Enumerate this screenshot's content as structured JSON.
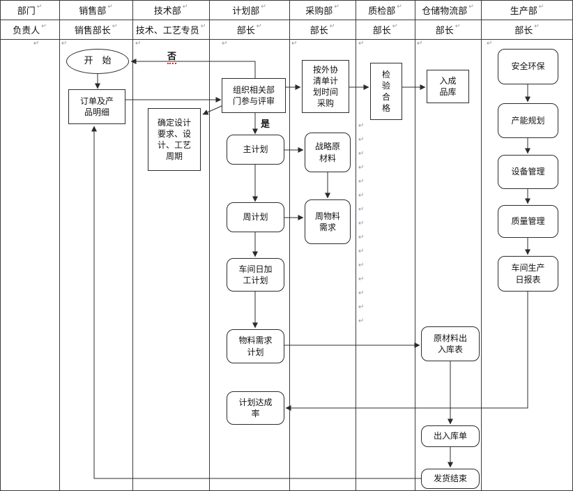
{
  "table": {
    "columns": [
      {
        "dept": "部门",
        "owner": "负责人"
      },
      {
        "dept": "销售部",
        "owner": "销售部长"
      },
      {
        "dept": "技术部",
        "owner": "技术、工艺专员"
      },
      {
        "dept": "计划部",
        "owner": "部长"
      },
      {
        "dept": "采购部",
        "owner": "部长"
      },
      {
        "dept": "质检部",
        "owner": "部长"
      },
      {
        "dept": "仓储物流部",
        "owner": "部长"
      },
      {
        "dept": "生产部",
        "owner": "部长"
      }
    ]
  },
  "labels": {
    "yes": "是",
    "no": "否",
    "return_mark": "↵"
  },
  "nodes": {
    "start": "开　始",
    "order_detail": "订单及产品明细",
    "design_req": "确定设计要求、设计、工艺周期",
    "review": "组织相关部门参与评审",
    "master_plan": "主计划",
    "week_plan": "周计划",
    "daily_plan": "车间日加工计划",
    "material_plan": "物料需求计划",
    "plan_rate": "计划达成率",
    "outsourcing": "按外协清单计划时间采购",
    "strategic_material": "战略原材料",
    "week_material": "周物料需求",
    "inspection": "检验合格",
    "finished_store": "入成品库",
    "raw_io_table": "原材料出入库表",
    "io_order": "出入库单",
    "ship_end": "发货结束",
    "safety": "安全环保",
    "capacity": "产能规划",
    "equipment": "设备管理",
    "quality": "质量管理",
    "daily_report": "车间生产日报表"
  },
  "colors": {
    "grid_line": "#3a3a3a",
    "shape_border": "#2b2b2b",
    "text": "#111111",
    "format_mark": "#8a93a6",
    "spellcheck_underline": "#cc2222"
  }
}
